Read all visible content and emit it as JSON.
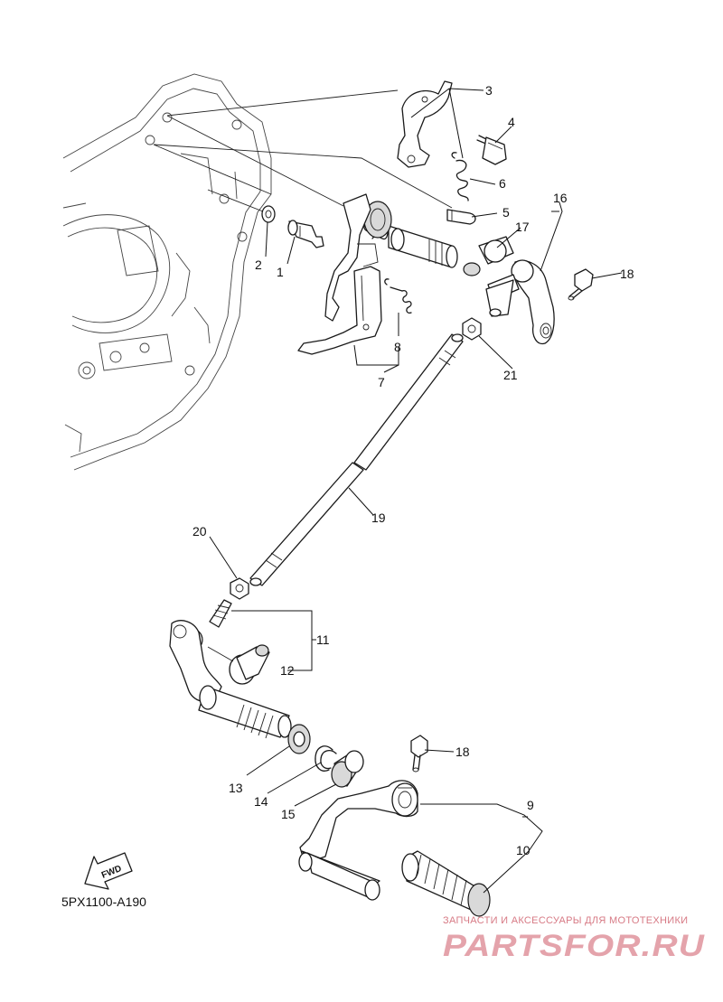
{
  "diagram": {
    "code": "5PX1100-A190",
    "fwd_label": "FWD",
    "callouts": [
      "1",
      "2",
      "3",
      "4",
      "5",
      "6",
      "7",
      "8",
      "9",
      "10",
      "11",
      "12",
      "13",
      "14",
      "15",
      "16",
      "17",
      "18",
      "18",
      "19",
      "20",
      "21"
    ]
  },
  "watermark": {
    "tagline": "ЗАПЧАСТИ И АКСЕССУАРЫ ДЛЯ МОТОТЕХНИКИ",
    "brand": "PARTSFOR.RU"
  },
  "colors": {
    "line": "#1a1a1a",
    "watermark": "#e4a3ab"
  }
}
